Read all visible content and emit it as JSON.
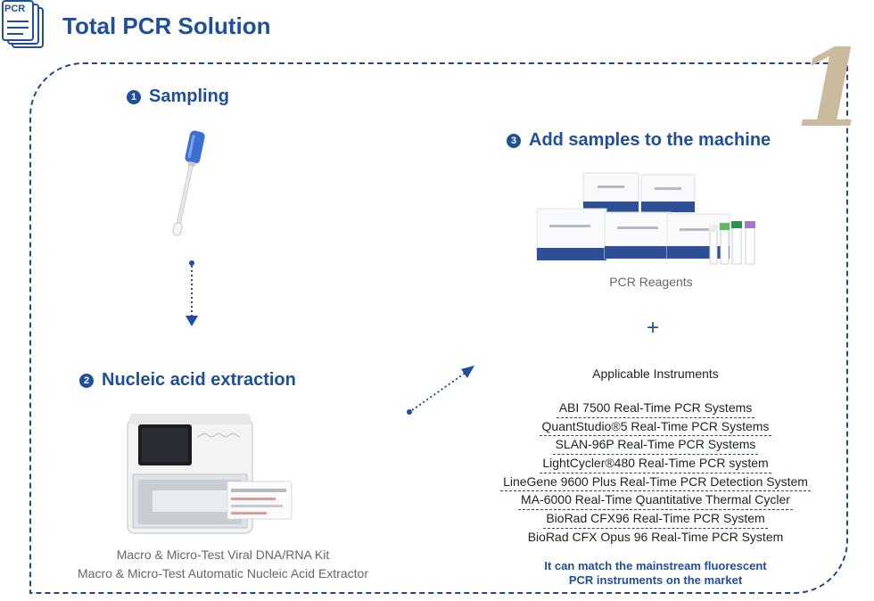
{
  "header": {
    "icon_text": "PCR",
    "title": "Total PCR Solution"
  },
  "big_number": "1",
  "steps": [
    {
      "num": "1",
      "label": "Sampling"
    },
    {
      "num": "2",
      "label": "Nucleic acid extraction"
    },
    {
      "num": "3",
      "label": "Add samples to the machine"
    }
  ],
  "extraction": {
    "caption1": "Macro & Micro-Test Viral DNA/RNA Kit",
    "caption2": "Macro & Micro-Test Automatic Nucleic Acid Extractor"
  },
  "reagents": {
    "caption": "PCR Reagents",
    "plus": "+"
  },
  "instruments": {
    "heading": "Applicable Instruments",
    "items": [
      "ABI 7500 Real-Time PCR Systems",
      "QuantStudio®5 Real-Time PCR Systems",
      "SLAN-96P Real-Time PCR Systems",
      "LightCycler®480 Real-Time PCR system",
      "LineGene 9600 Plus Real-Time PCR Detection System",
      "MA-6000 Real-Time Quantitative Thermal Cycler",
      "BioRad CFX96 Real-Time PCR System",
      "BioRad CFX Opus 96 Real-Time PCR System"
    ],
    "note_line1": "It can match the mainstream fluorescent",
    "note_line2": "PCR instruments on the market"
  },
  "colors": {
    "brand_blue": "#1f4e9a",
    "frame_blue": "#25477f",
    "tan": "#cbbb9e"
  }
}
